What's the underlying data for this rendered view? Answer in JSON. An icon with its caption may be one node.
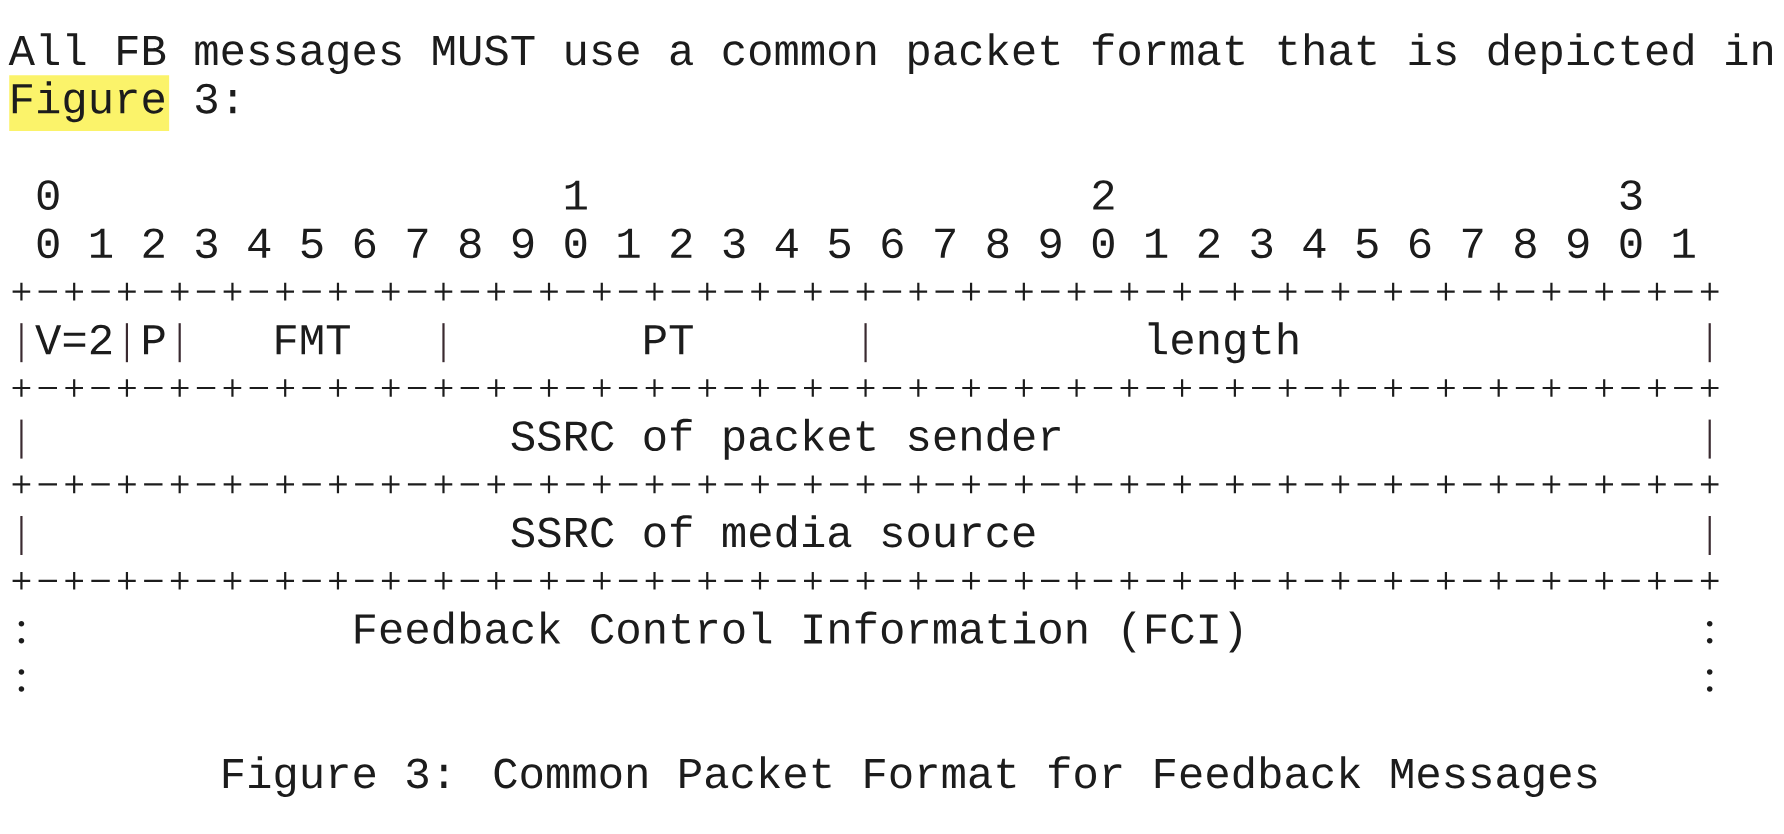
{
  "diagram": {
    "caption": "Figure 3: Common Packet Format for Feedback Messages",
    "nodes": [
      {
        "text": [
          "V=2"
        ]
      },
      {
        "text": [
          "P"
        ]
      },
      {
        "text": [
          "FMT"
        ]
      },
      {
        "text": [
          "PT"
        ]
      },
      {
        "text": [
          "length"
        ]
      },
      {
        "text": [
          "SSRC of packet sender"
        ]
      },
      {
        "text": [
          "SSRC of media source"
        ]
      },
      {
        "text": [
          "Feedback Control Information (FCI)"
        ]
      }
    ],
    "labels": [
      "All FB messages MUST use a common packet format that is depicted in Figure 3:",
      "0",
      "1",
      "2",
      "3",
      "0",
      "1",
      "2",
      "3",
      "4",
      "5",
      "6",
      "7",
      "8",
      "9",
      "0",
      "1",
      "2",
      "3",
      "4",
      "5",
      "6",
      "7",
      "8",
      "9",
      "0",
      "1",
      "2",
      "3",
      "4",
      "5",
      "6",
      "7",
      "8",
      "9",
      "0",
      "1"
    ]
  }
}
